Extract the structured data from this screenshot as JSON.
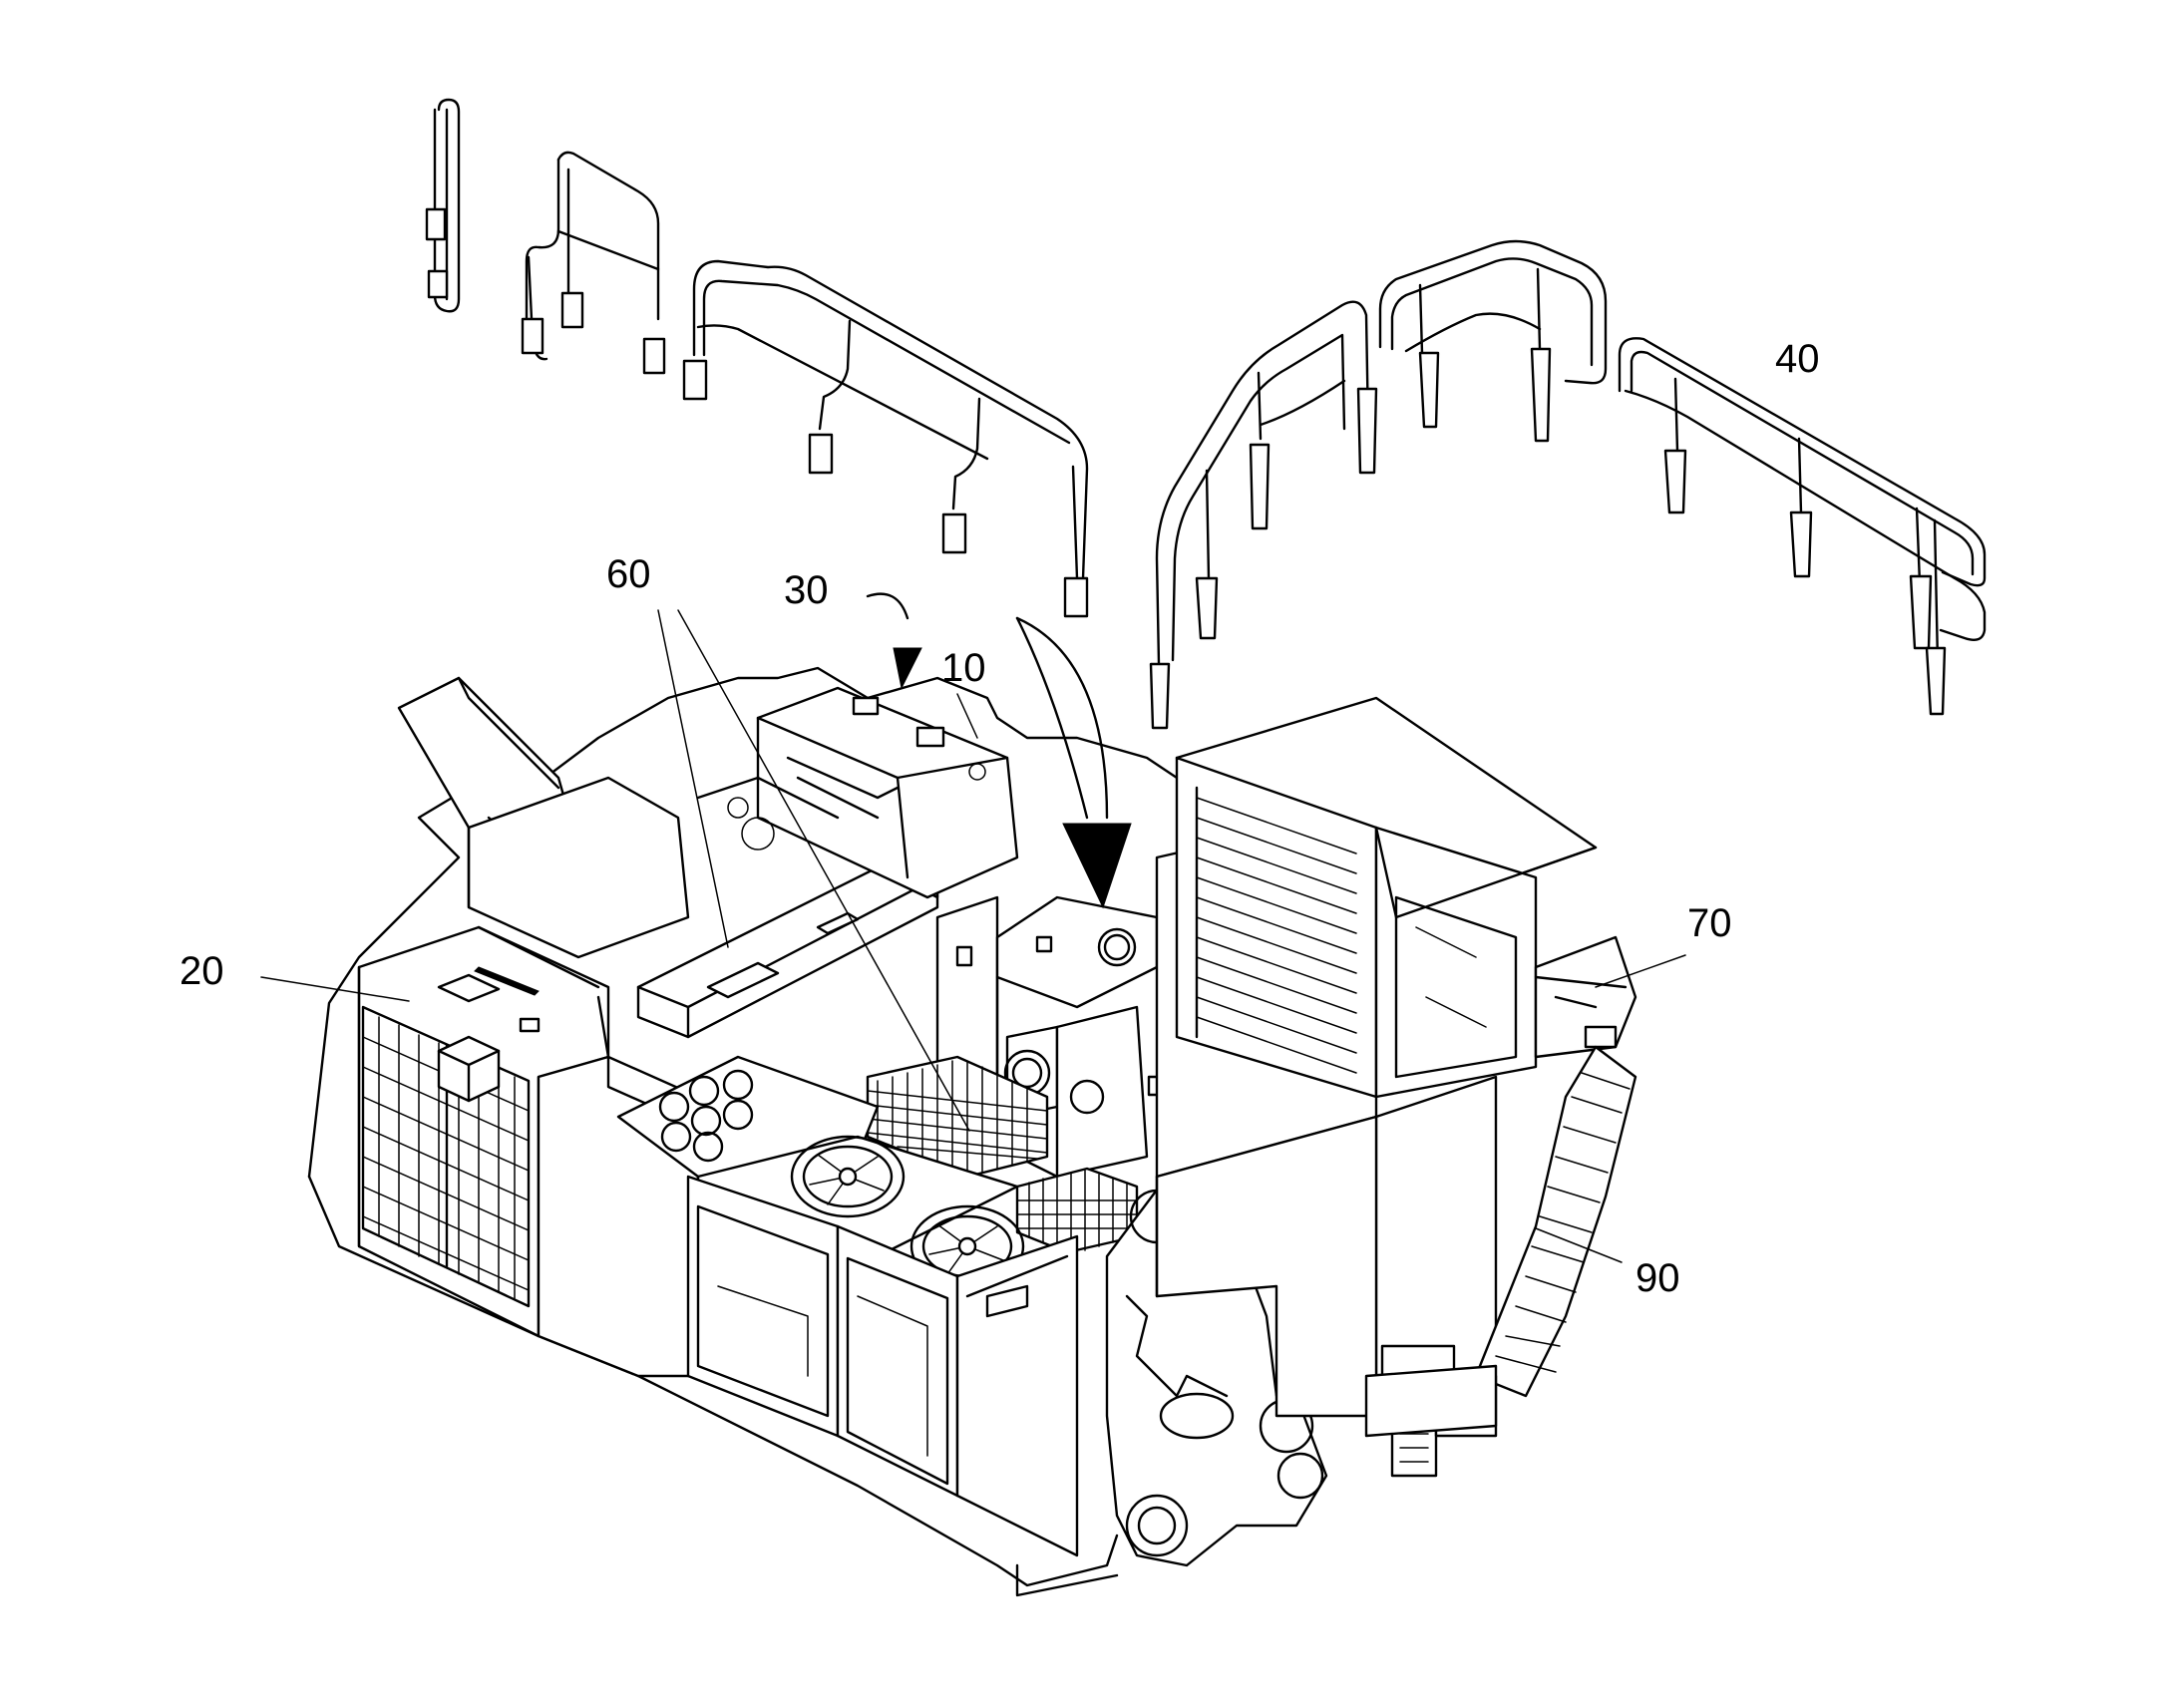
{
  "figure": {
    "reference_numerals": [
      {
        "id": "ref-10",
        "text": "10"
      },
      {
        "id": "ref-20",
        "text": "20"
      },
      {
        "id": "ref-30",
        "text": "30"
      },
      {
        "id": "ref-40",
        "text": "40"
      },
      {
        "id": "ref-60",
        "text": "60"
      },
      {
        "id": "ref-70",
        "text": "70"
      },
      {
        "id": "ref-90",
        "text": "90"
      }
    ]
  }
}
